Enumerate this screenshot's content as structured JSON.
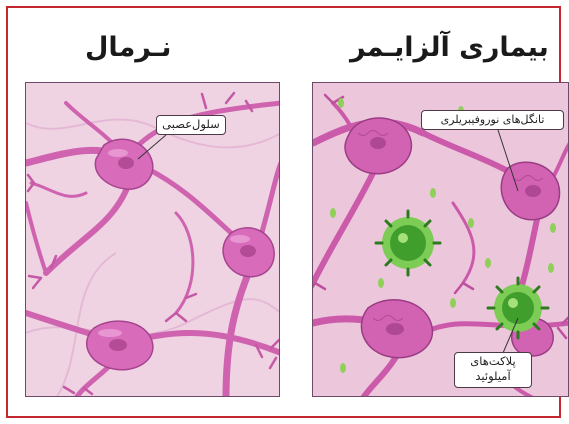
{
  "titles": {
    "normal": "نـرمال",
    "alzheimers": "بیماری آلزایـمر"
  },
  "labels": {
    "nerve_cell": "سلول‌عصبی",
    "neurofibrillary_tangles": "تانگل‌های نوروفیبریلری",
    "amyloid_plaques": "پلاکت‌های آمیلوئید"
  },
  "colors": {
    "frame_border": "#c6262e",
    "panel_background": "#efd3e3",
    "neuron": "#d766b8",
    "neuron_dark": "#9e3f87",
    "plaque": "#3f9e2c",
    "plaque_light": "#8fd66a"
  }
}
